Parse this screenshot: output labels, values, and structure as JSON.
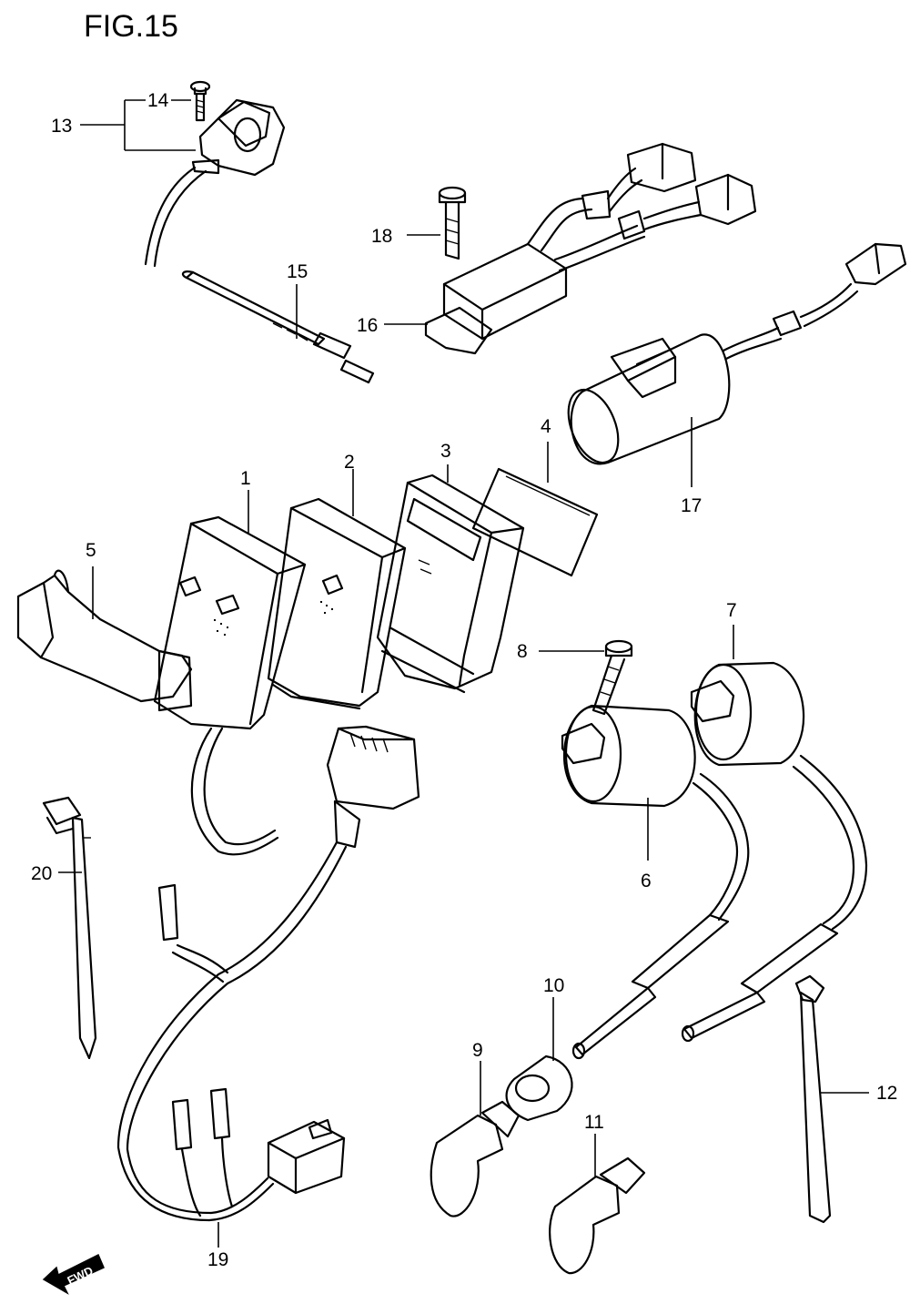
{
  "figure": {
    "title": "FIG.15"
  },
  "orientation": {
    "label": "FWD"
  },
  "callouts": {
    "c1": "1",
    "c2": "2",
    "c3": "3",
    "c4": "4",
    "c5": "5",
    "c6": "6",
    "c7": "7",
    "c8": "8",
    "c9": "9",
    "c10": "10",
    "c11": "11",
    "c12": "12",
    "c13": "13",
    "c14": "14",
    "c15": "15",
    "c16": "16",
    "c17": "17",
    "c18": "18",
    "c19": "19",
    "c20": "20"
  }
}
